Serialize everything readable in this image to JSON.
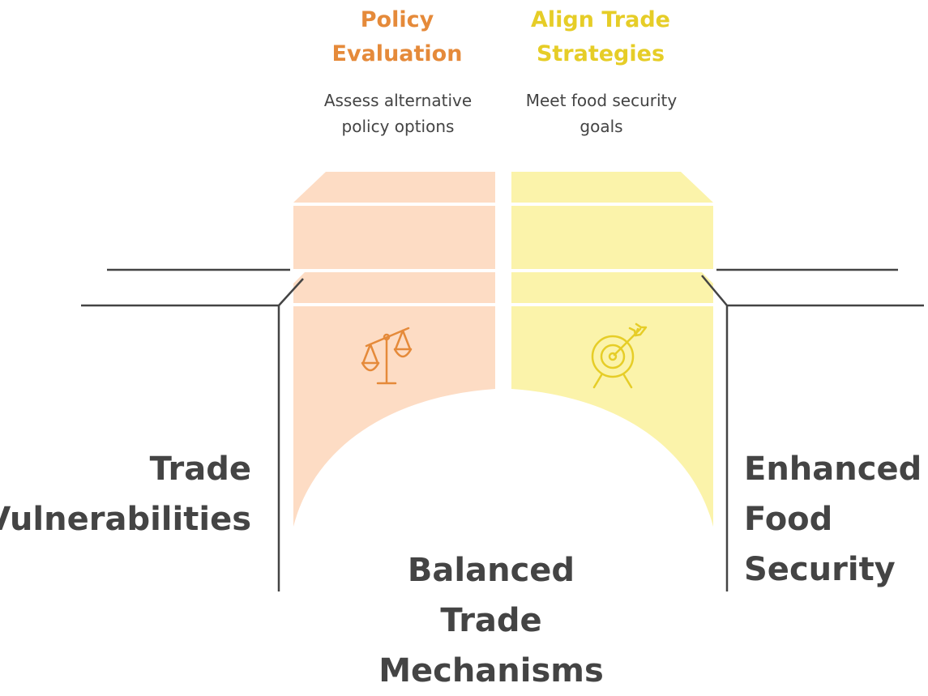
{
  "colors": {
    "left_pillar": "#fddcc4",
    "right_pillar": "#fbf3aa",
    "left_accent": "#e58a3a",
    "right_accent": "#e6cd27",
    "line": "#444444",
    "text": "#444444"
  },
  "policy_evaluation": {
    "title_lines": [
      "Policy",
      "Evaluation"
    ],
    "description_lines": [
      "Assess alternative",
      "policy options"
    ],
    "icon": "scales-icon"
  },
  "align_trade_strategies": {
    "title_lines": [
      "Align Trade",
      "Strategies"
    ],
    "description_lines": [
      "Meet food security",
      "goals"
    ],
    "icon": "target-arrow-icon"
  },
  "left_bank": {
    "label_lines": [
      "Trade",
      "Vulnerabilities"
    ]
  },
  "right_bank": {
    "label_lines": [
      "Enhanced",
      "Food",
      "Security"
    ]
  },
  "bridge": {
    "label_lines": [
      "Balanced",
      "Trade",
      "Mechanisms"
    ]
  }
}
